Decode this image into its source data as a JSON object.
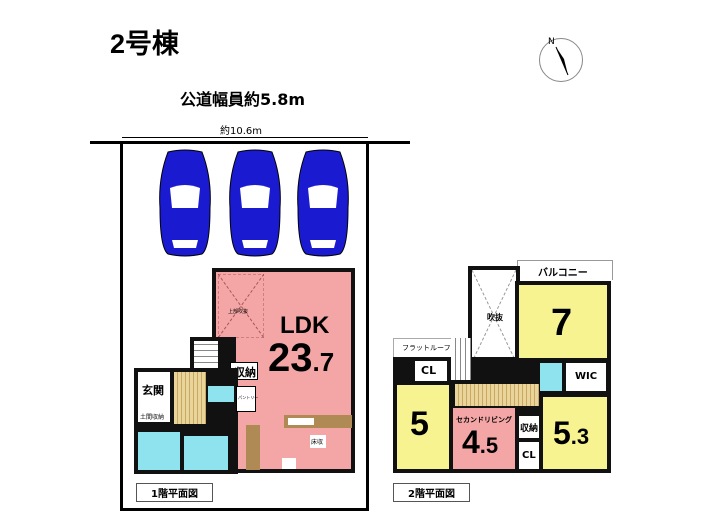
{
  "title": "2号棟",
  "road_width": "公道幅員約5.8m",
  "lot_width": "約10.6m",
  "compass": "N",
  "floor1": {
    "label": "1階平面図",
    "ldk_name": "LDK",
    "ldk_size_main": "23",
    "ldk_size_dec": ".7",
    "void_above": "上部吹抜",
    "storage": "収納",
    "entrance": "玄関",
    "entrance_storage": "土間収納",
    "pantry": "パントリー",
    "floor_storage": "床収"
  },
  "floor2": {
    "label": "2階平面図",
    "balcony": "バルコニー",
    "void": "吹抜",
    "flat_roof": "フラットルーフ",
    "room_7": "7",
    "wic": "WIC",
    "cl_top": "CL",
    "room_5": "5",
    "second_living_name": "セカンドリビング",
    "second_living_main": "4",
    "second_living_dec": ".5",
    "storage": "収納",
    "cl_bottom": "CL",
    "room_53_main": "5",
    "room_53_dec": ".3"
  },
  "colors": {
    "ldk": "#f4a6a6",
    "bedroom": "#f7f391",
    "wet": "#8fe3ee",
    "car": "#1a1ad0"
  }
}
